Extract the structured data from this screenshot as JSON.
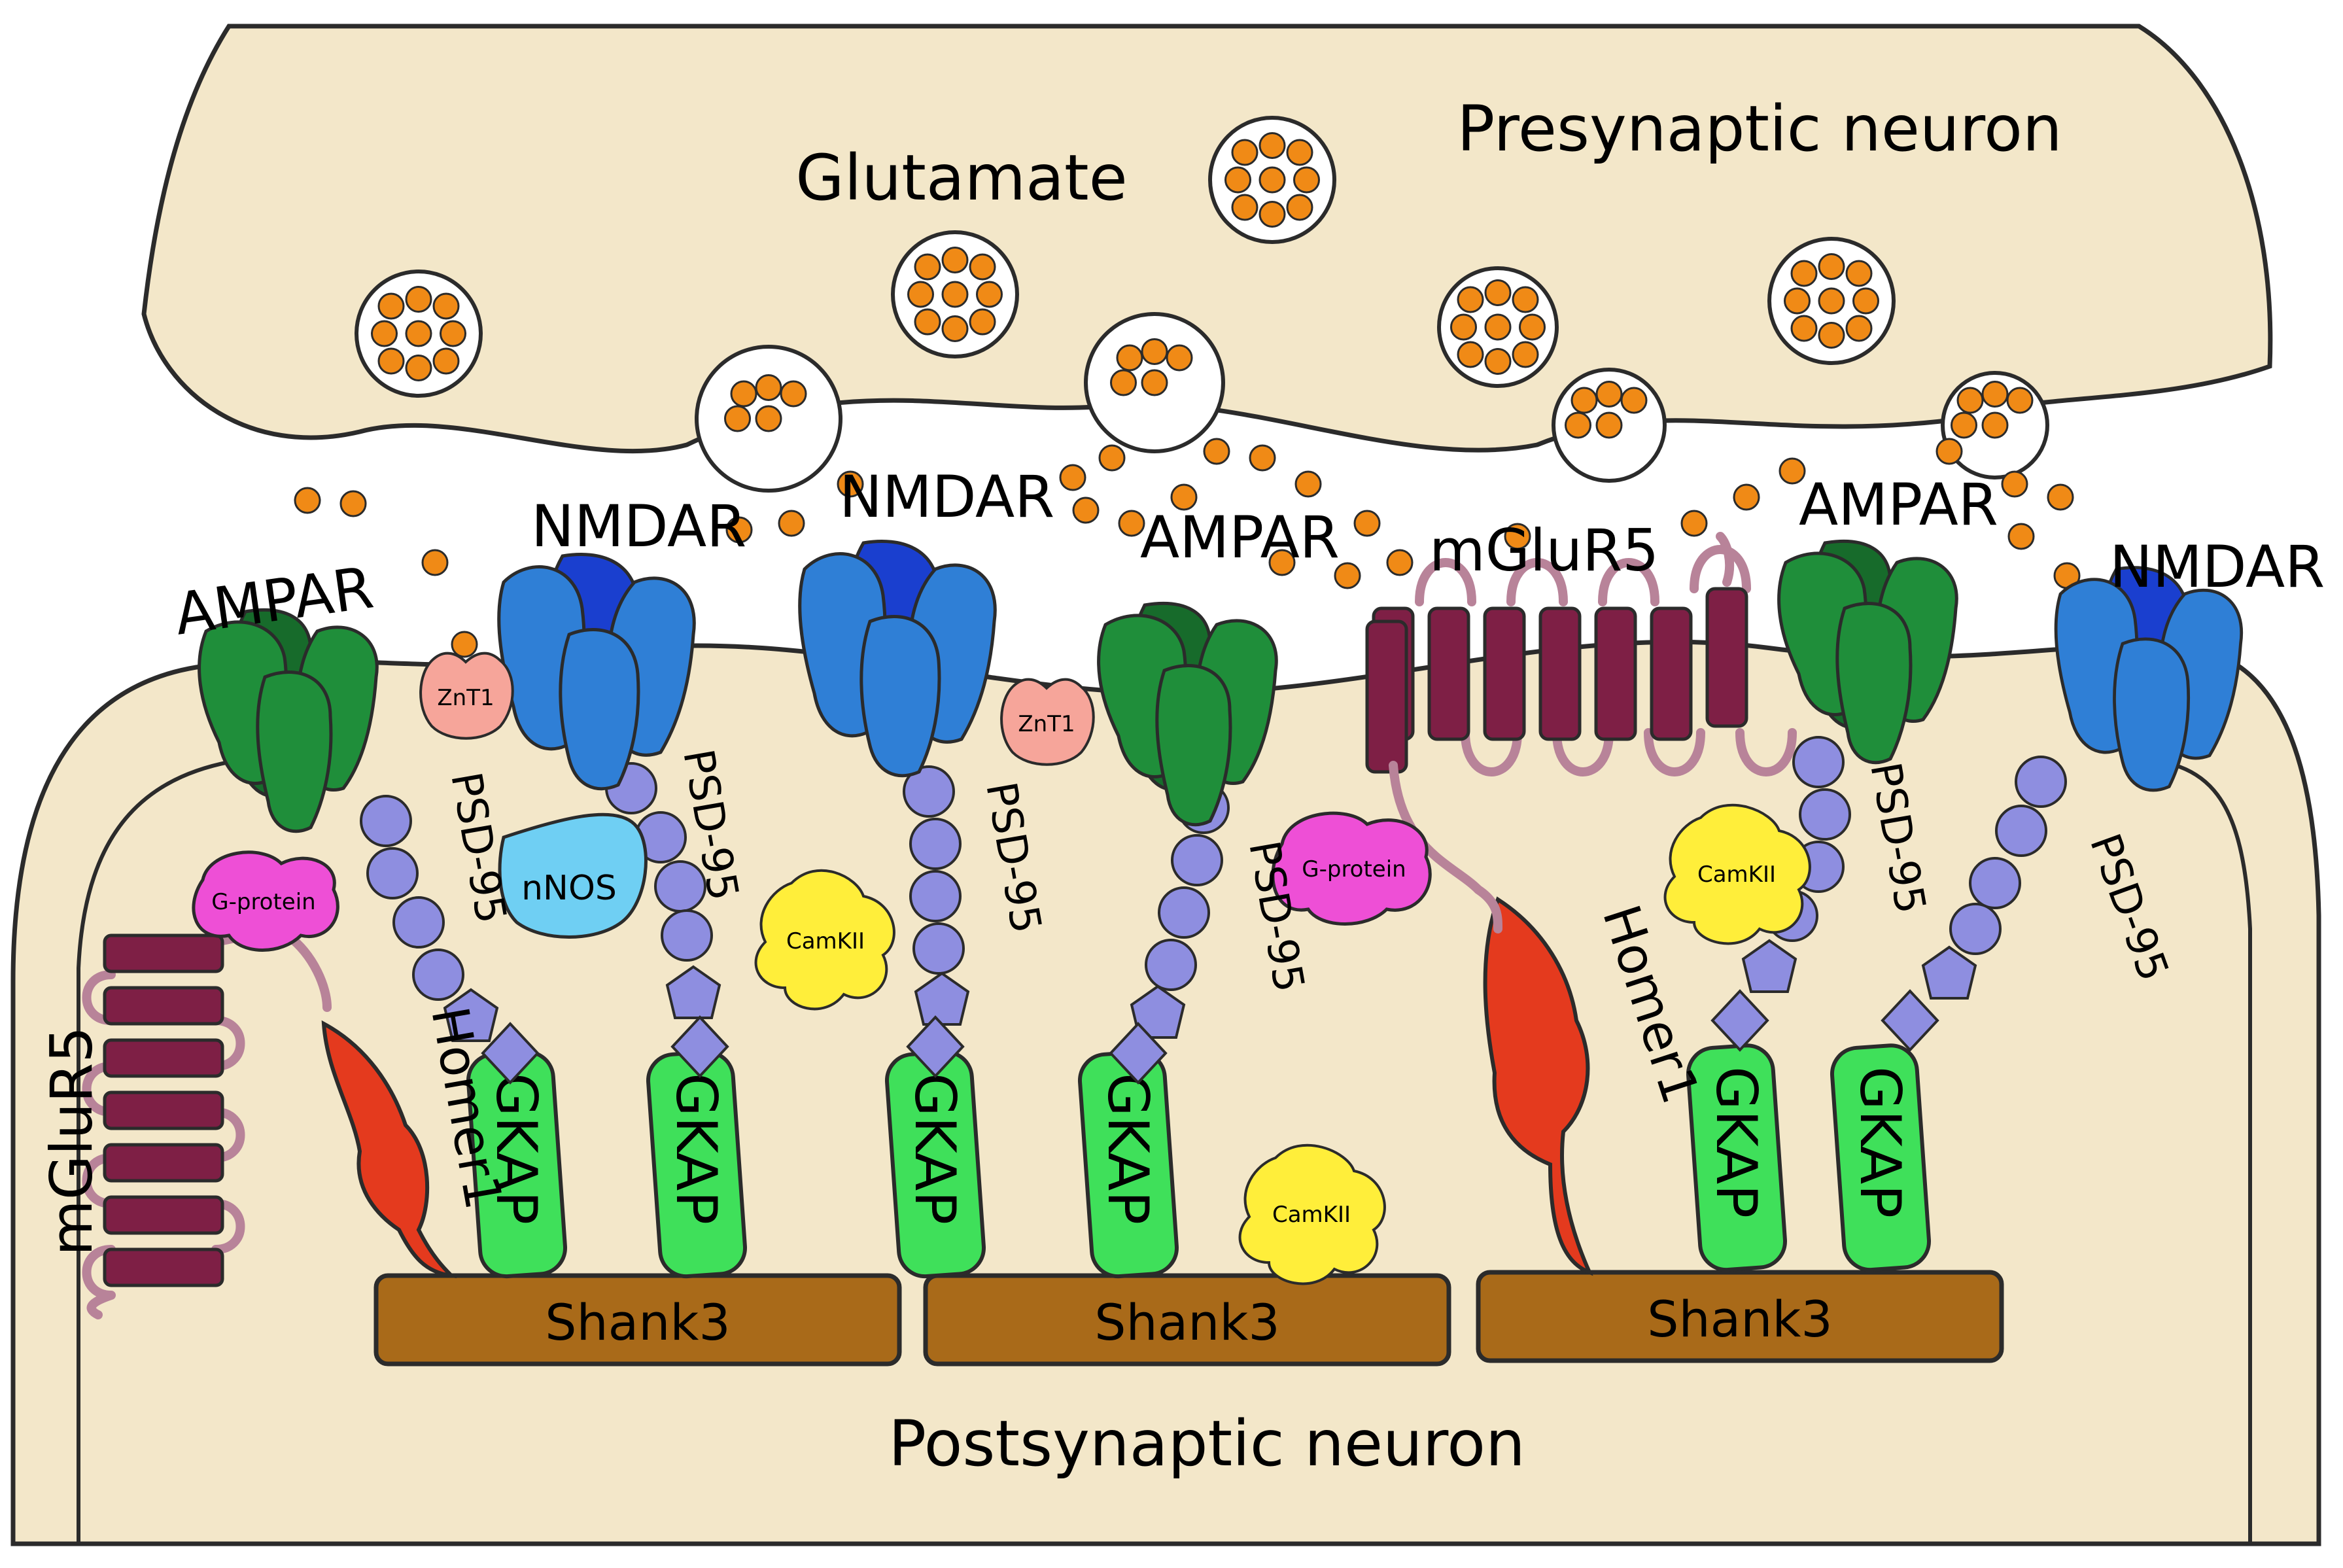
{
  "labels": {
    "presynaptic": "Presynaptic neuron",
    "glutamate": "Glutamate",
    "postsynaptic": "Postsynaptic neuron",
    "ampar": "AMPAR",
    "nmdar": "NMDAR",
    "mglur5": "mGluR5",
    "psd95": "PSD-95",
    "gkap": "GKAP",
    "shank3": "Shank3",
    "homer1": "Homer1",
    "znt1": "ZnT1",
    "nnos": "nNOS",
    "camkii": "CamKII",
    "gprotein": "G-protein"
  },
  "colors": {
    "cytoplasm": "#f3e7c9",
    "outline": "#2b2b2b",
    "glutamate": "#f08a16",
    "vesicle": "#ffffff",
    "ampar": "#1f8e3a",
    "ampar_dark": "#176b2b",
    "nmdar": "#2f7fd6",
    "nmdar_dark": "#1a3fcf",
    "mglur5": "#7e1f45",
    "mglur5_loop": "#b88399",
    "psd95": "#8e8ee0",
    "gkap": "#3fe05a",
    "shank3": "#a96a19",
    "homer1": "#e43a1e",
    "znt1": "#f6a59a",
    "nnos": "#6fcff3",
    "camkii": "#ffee3a",
    "gprotein": "#ee4fd6"
  }
}
